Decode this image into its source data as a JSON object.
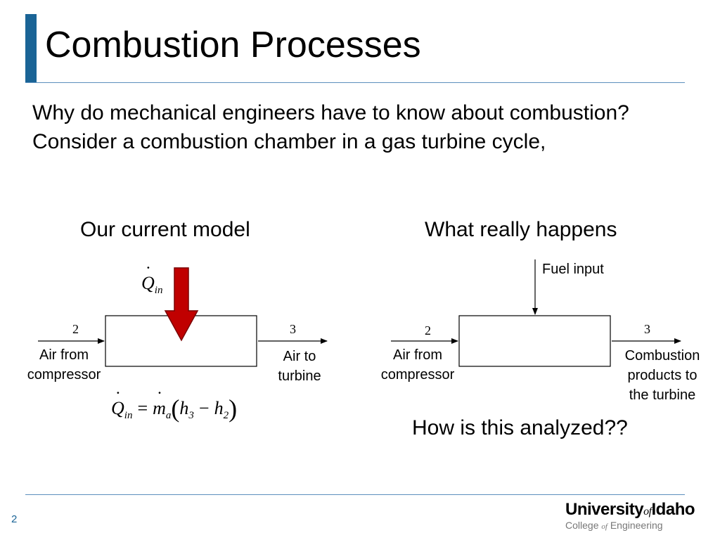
{
  "slide": {
    "title": "Combustion Processes",
    "intro": "Why do mechanical engineers have to know about combustion?  Consider a combustion chamber in a gas turbine cycle,",
    "page_number": "2"
  },
  "left_diagram": {
    "heading": "Our current model",
    "heat_input_symbol": "Q",
    "heat_input_subscript": "in",
    "state_in": "2",
    "state_out": "3",
    "inlet_label_line1": "Air from",
    "inlet_label_line2": "compressor",
    "outlet_label_line1": "Air to",
    "outlet_label_line2": "turbine",
    "equation": {
      "lhs": "Q",
      "lhs_sub": "in",
      "equals": "=",
      "m": "m",
      "m_sub": "a",
      "open": "(",
      "h3": "h",
      "h3_sub": "3",
      "minus": "−",
      "h2": "h",
      "h2_sub": "2",
      "close": ")"
    },
    "arrow_color": "#c00000"
  },
  "right_diagram": {
    "heading": "What really happens",
    "fuel_label": "Fuel input",
    "state_in": "2",
    "state_out": "3",
    "inlet_label_line1": "Air from",
    "inlet_label_line2": "compressor",
    "outlet_label_line1": "Combustion",
    "outlet_label_line2": "products to",
    "outlet_label_line3": "the turbine",
    "question": "How is this analyzed??"
  },
  "logo": {
    "university": "University",
    "of": "of",
    "idaho": "Idaho",
    "college": "College",
    "college_of": "of",
    "engineering": "Engineering"
  },
  "colors": {
    "accent": "#1a6496",
    "rule": "#5b8fbd",
    "heat_arrow": "#c00000"
  }
}
